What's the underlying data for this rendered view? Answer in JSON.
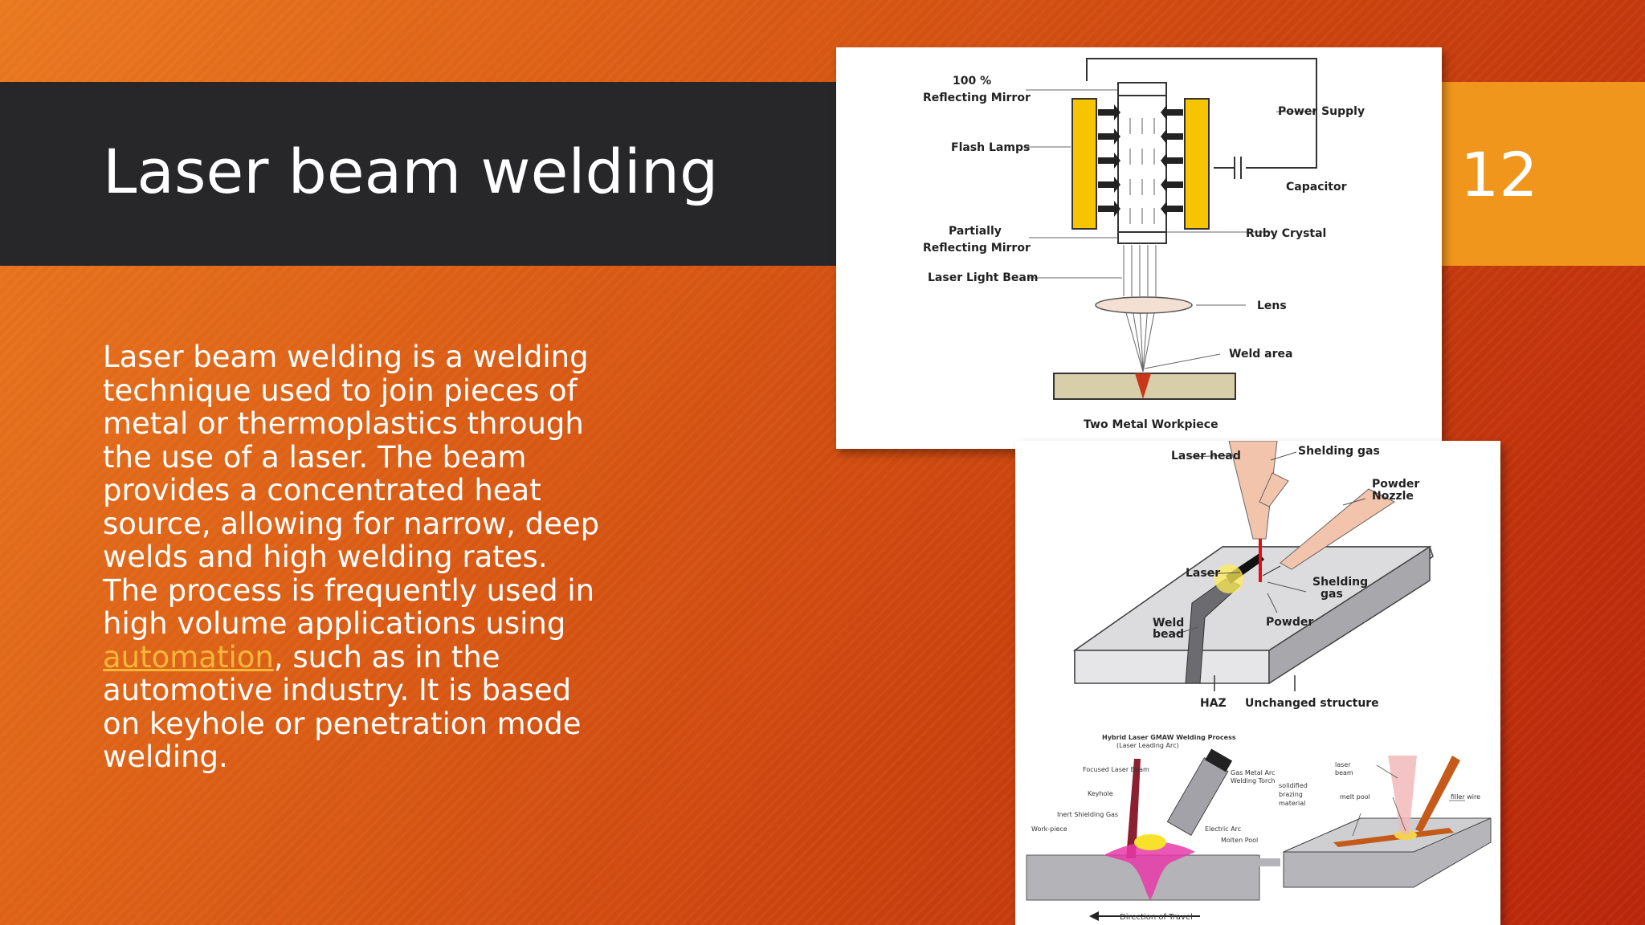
{
  "slide": {
    "title": "Laser beam welding",
    "page_number": "12",
    "body_before_link": "Laser beam welding is a welding technique used to join pieces of metal or thermoplastics through the use of a laser. The beam provides a concentrated heat source, allowing for narrow, deep welds and high welding rates. The process is frequently used in high volume applications using ",
    "link_text": "automation",
    "body_after_link": ", such as in the automotive industry. It is based on keyhole or penetration mode welding."
  },
  "diagram1": {
    "mirror_100": "100 %",
    "mirror_100_b": "Reflecting Mirror",
    "flash_lamps": "Flash Lamps",
    "partial_a": "Partially",
    "partial_b": "Reflecting  Mirror",
    "laser_light_beam": "Laser Light Beam",
    "power_supply": "Power Supply",
    "capacitor": "Capacitor",
    "ruby_crystal": "Ruby Crystal",
    "lens": "Lens",
    "weld_area": "Weld area",
    "workpiece": "Two Metal Workpiece"
  },
  "diagram2": {
    "laser_head": "Laser head",
    "shielding_gas_top": "Shelding gas",
    "powder_nozzle_a": "Powder",
    "powder_nozzle_b": "Nozzle",
    "laser": "Laser",
    "shielding_gas_a": "Shelding",
    "shielding_gas_b": "gas",
    "weld_bead_a": "Weld",
    "weld_bead_b": "bead",
    "powder": "Powder",
    "haz": "HAZ",
    "unchanged": "Unchanged structure"
  },
  "diagram3": {
    "hybrid_title_a": "Hybrid Laser GMAW Welding Process",
    "hybrid_title_b": "(Laser Leading Arc)",
    "focused_beam": "Focused Laser Beam",
    "keyhole": "Keyhole",
    "inert_gas": "Inert Shielding Gas",
    "work_piece": "Work-piece",
    "gmaw_torch_a": "Gas Metal Arc",
    "gmaw_torch_b": "Welding Torch",
    "electric_arc": "Electric Arc",
    "molten_pool": "Molten Pool",
    "direction": "Direction of Travel",
    "laser_beam_a": "laser",
    "laser_beam_b": "beam",
    "solidified_a": "solidified",
    "solidified_b": "brazing",
    "solidified_c": "material",
    "melt_pool": "melt pool",
    "filler_wire": "filler wire"
  }
}
